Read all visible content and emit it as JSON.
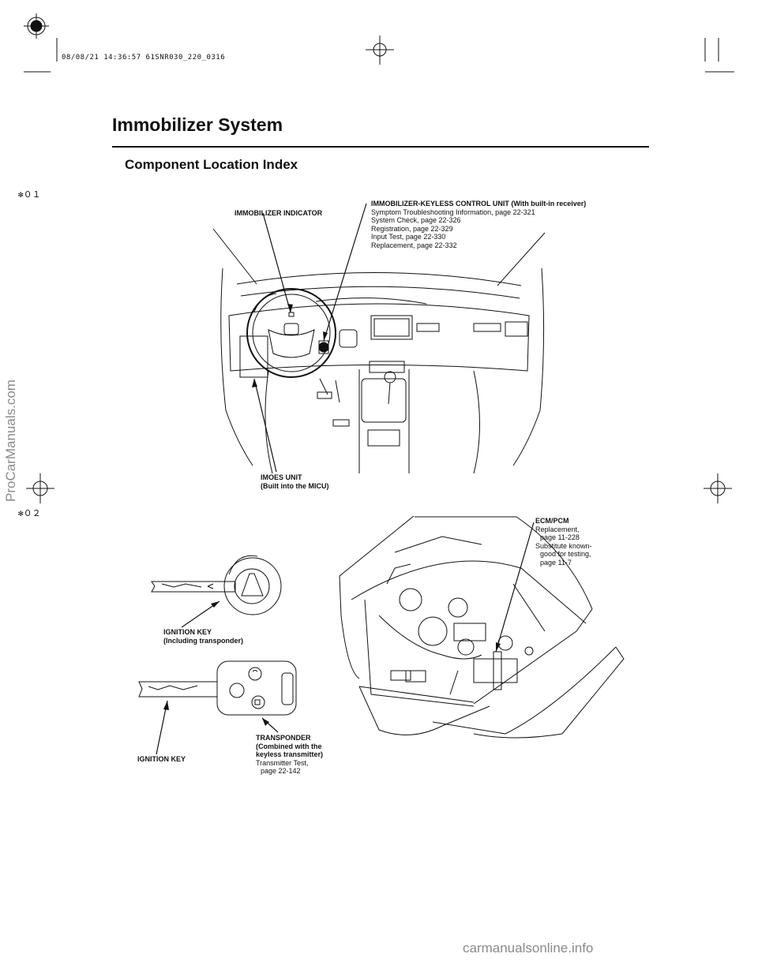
{
  "header": {
    "timestamp": "08/08/21 14:36:57 61SNR030_220_0316",
    "page_title": "Immobilizer System",
    "section_title": "Component Location Index"
  },
  "side_marks": [
    "✻０１",
    "✻０２"
  ],
  "watermarks": {
    "vertical": "ProCarManuals.com",
    "footer": "carmanualsonline.info"
  },
  "labels": {
    "immobilizer_indicator": "IMMOBILIZER INDICATOR",
    "control_unit": {
      "title": "IMMOBILIZER-KEYLESS CONTROL UNIT (With built-in receiver)",
      "refs": [
        "Symptom Troubleshooting Information, page 22-321",
        "System Check, page 22-326",
        "Registration, page 22-329",
        "Input Test, page 22-330",
        "Replacement, page 22-332"
      ]
    },
    "imoes_unit": [
      "IMOES UNIT",
      "(Built into the MICU)"
    ],
    "ecm_pcm": {
      "title": "ECM/PCM",
      "refs": [
        "Replacement,",
        "page 11-228",
        "Substitute known-",
        "good for testing,",
        "page 11-7"
      ]
    },
    "ignition_key_transponder": [
      "IGNITION KEY",
      "(Including transponder)"
    ],
    "transponder": {
      "title": [
        "TRANSPONDER",
        "(Combined with the",
        "keyless transmitter)"
      ],
      "refs": [
        "Transmitter Test,",
        "page 22-142"
      ]
    },
    "ignition_key": "IGNITION KEY"
  }
}
